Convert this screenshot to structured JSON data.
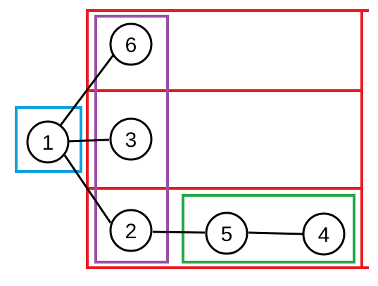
{
  "colors": {
    "red": "#e81c23",
    "purple": "#9b4fa6",
    "blue": "#12a1db",
    "green": "#23a84a",
    "edge": "#000000",
    "node_fill": "#ffffff"
  },
  "nodes": [
    {
      "id": "1",
      "label": "1"
    },
    {
      "id": "6",
      "label": "6"
    },
    {
      "id": "3",
      "label": "3"
    },
    {
      "id": "2",
      "label": "2"
    },
    {
      "id": "5",
      "label": "5"
    },
    {
      "id": "4",
      "label": "4"
    }
  ],
  "edges": [
    {
      "from": "1",
      "to": "6"
    },
    {
      "from": "1",
      "to": "3"
    },
    {
      "from": "1",
      "to": "2"
    },
    {
      "from": "2",
      "to": "5"
    },
    {
      "from": "5",
      "to": "4"
    }
  ],
  "groups": [
    {
      "name": "root-box",
      "color": "blue",
      "members": [
        "1"
      ]
    },
    {
      "name": "level-one-box",
      "color": "purple",
      "members": [
        "6",
        "3",
        "2"
      ]
    },
    {
      "name": "subtree-box",
      "color": "green",
      "members": [
        "5",
        "4"
      ]
    },
    {
      "name": "row-box-6",
      "color": "red",
      "members": [
        "6"
      ]
    },
    {
      "name": "row-box-3",
      "color": "red",
      "members": [
        "3"
      ]
    },
    {
      "name": "row-box-2",
      "color": "red",
      "members": [
        "2",
        "5",
        "4"
      ]
    }
  ]
}
